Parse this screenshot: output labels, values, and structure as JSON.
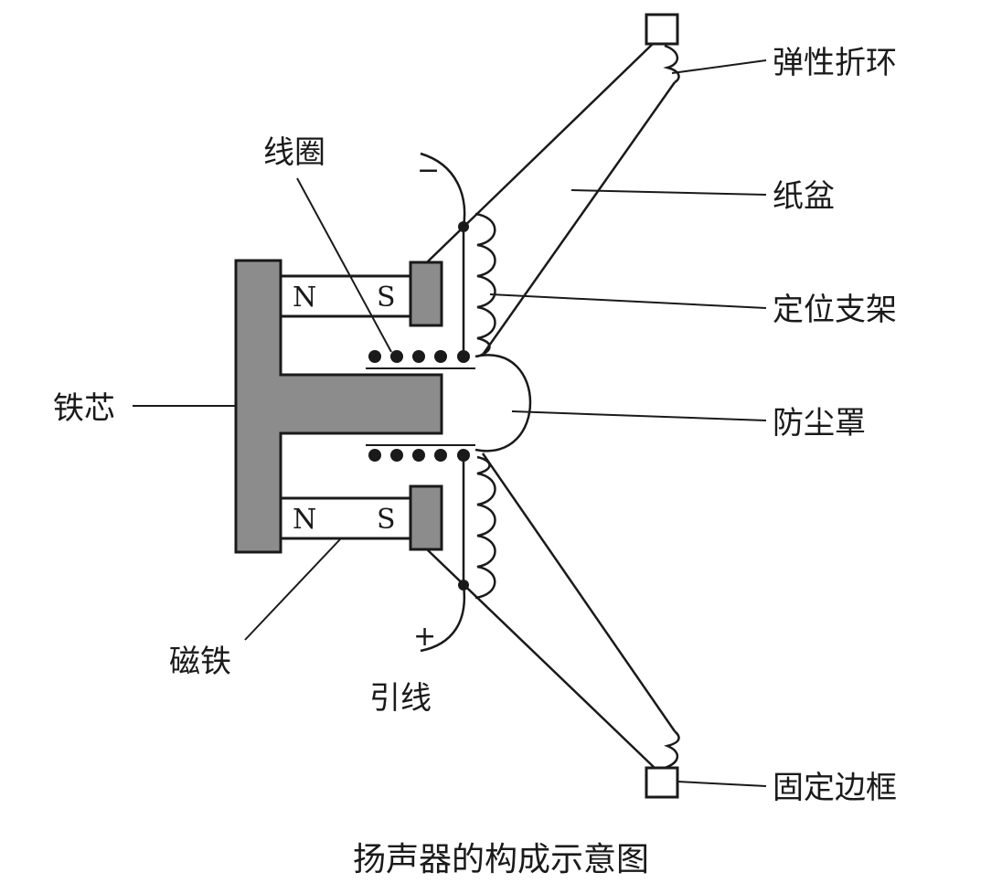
{
  "labels": {
    "elastic_ring": "弹性折环",
    "paper_cone": "纸盆",
    "support_bracket": "定位支架",
    "dust_cap": "防尘罩",
    "fixed_frame": "固定边框",
    "coil": "线圈",
    "iron_core": "铁芯",
    "magnet": "磁铁",
    "lead_wire": "引线"
  },
  "poles": {
    "top_n": "N",
    "top_s": "S",
    "bottom_n": "N",
    "bottom_s": "S"
  },
  "signs": {
    "negative": "−",
    "positive": "+"
  },
  "caption": "扬声器的构成示意图"
}
